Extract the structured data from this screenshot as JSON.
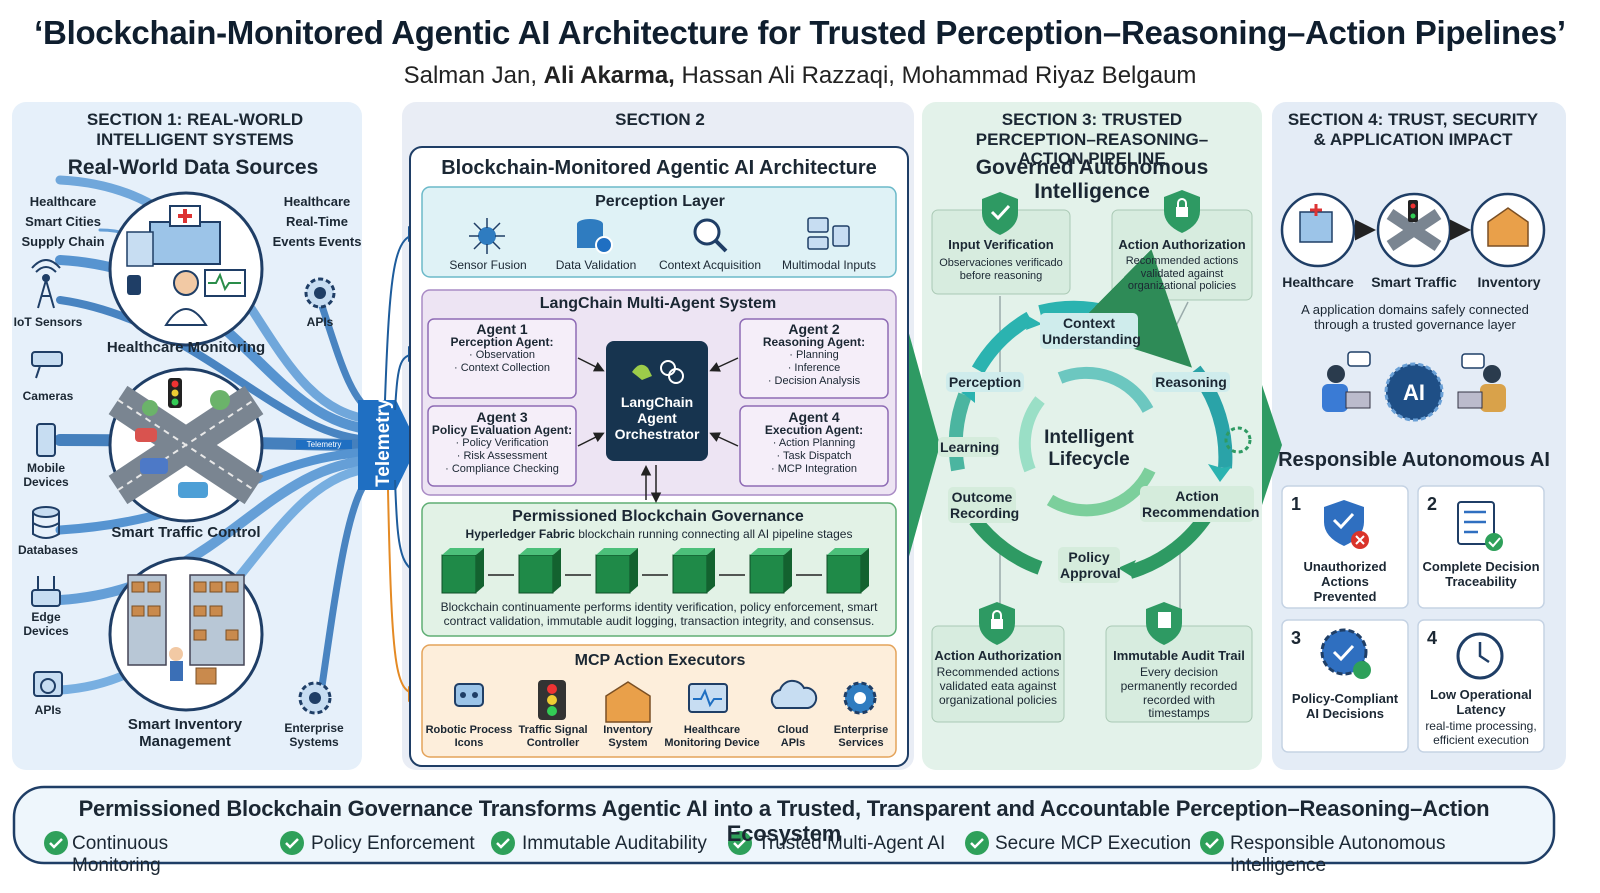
{
  "header": {
    "title": "‘Blockchain-Monitored Agentic AI Architecture for Trusted Perception–Reasoning–Action Pipelines’",
    "authors": [
      {
        "name": "Salman Jan,",
        "bold": false
      },
      {
        "name": "Ali Akarma,",
        "bold": true
      },
      {
        "name": "Hassan Ali Razzaqi, Mohammad Riyaz Belgaum",
        "bold": false
      }
    ]
  },
  "section1": {
    "heading": "SECTION 1: REAL-WORLD INTELLIGENT SYSTEMS",
    "title": "Real-World Data Sources",
    "left_labels": [
      "Healthcare",
      "Smart Cities",
      "Supply Chain"
    ],
    "right_labels": [
      "Healthcare",
      "Real-Time",
      "Events Events"
    ],
    "devices": [
      "IoT Sensors",
      "Cameras",
      "Mobile Devices",
      "Databases",
      "Edge Devices",
      "APIs"
    ],
    "apis": "APIs",
    "enterprise": "Enterprise Systems",
    "circles": [
      "Healthcare Monitoring",
      "Smart Traffic Control",
      "Smart Inventory Management"
    ],
    "telemetry_small": "Telemetry",
    "telemetry": "Telemetry"
  },
  "section2": {
    "heading": "SECTION 2",
    "title": "Blockchain-Monitored Agentic AI Architecture",
    "perception": {
      "title": "Perception Layer",
      "items": [
        "Sensor Fusion",
        "Data Validation",
        "Context Acquisition",
        "Multimodal Inputs"
      ]
    },
    "langchain": {
      "title": "LangChain Multi-Agent System",
      "agents": [
        {
          "n": "Agent 1",
          "role": "Perception Agent:",
          "items": [
            "· Observation",
            "· Context Collection"
          ]
        },
        {
          "n": "Agent 2",
          "role": "Reasoning Agent:",
          "items": [
            "· Planning",
            "· Inference",
            "· Decision Analysis"
          ]
        },
        {
          "n": "Agent 3",
          "role": "Policy Evaluation Agent:",
          "items": [
            "· Policy Verification",
            "· Risk Assessment",
            "· Compliance Checking"
          ]
        },
        {
          "n": "Agent 4",
          "role": "Execution Agent:",
          "items": [
            "· Action Planning",
            "· Task Dispatch",
            "· MCP Integration"
          ]
        }
      ],
      "orchestrator": "LangChain Agent Orchestrator"
    },
    "blockchain": {
      "title": "Permissioned Blockchain Governance",
      "sub_bold": "Hyperledger Fabric",
      "sub": " blockchain running connecting all AI pipeline stages",
      "desc": "Blockchain continuamente performs identity verification, policy enforcement, smart contract validation, immutable audit logging, transaction integrity, and consensus."
    },
    "mcp": {
      "title": "MCP Action Executors",
      "items": [
        "Robotic Process Icons",
        "Traffic Signal Controller",
        "Inventory System",
        "Healthcare Monitoring Device",
        "Cloud APIs",
        "Enterprise Services"
      ]
    }
  },
  "section3": {
    "heading": "SECTION 3: TRUSTED PERCEPTION–REASONING–ACTION PIPELINE",
    "title": "Governed Autonomous Intelligence",
    "input_verification": {
      "title": "Input Verification",
      "desc": "Observaciones verificado before reasoning"
    },
    "action_auth_top": {
      "title": "Action Authorization",
      "desc": "Recommended actions validated against organizational policies"
    },
    "cycle": [
      "Context Understanding",
      "Reasoning",
      "Action Recommendation",
      "Policy Approval",
      "Outcome Recording",
      "Learning",
      "Perception"
    ],
    "center": "Intelligent Lifecycle",
    "action_auth_bottom": {
      "title": "Action Authorization",
      "desc": "Recommended actions validated eata against organizational policies"
    },
    "audit": {
      "title": "Immutable Audit Trail",
      "desc": "Every decision permanently recorded recorded with timestamps"
    }
  },
  "section4": {
    "heading": "SECTION 4: TRUST, SECURITY & APPLICATION IMPACT",
    "domains": [
      "Healthcare",
      "Smart Traffic",
      "Inventory"
    ],
    "domain_desc": "A application domains safely connected through a trusted governance layer",
    "ai": "AI",
    "title": "Responsible Autonomous AI",
    "items": [
      {
        "n": "1",
        "t": "Unauthorized Actions Prevented",
        "d": ""
      },
      {
        "n": "2",
        "t": "Complete Decision Traceability",
        "d": ""
      },
      {
        "n": "3",
        "t": "Policy-Compliant AI Decisions",
        "d": ""
      },
      {
        "n": "4",
        "t": "Low Operational Latency",
        "d": "real-time processing, efficient execution"
      }
    ]
  },
  "footer": {
    "title": "Permissioned Blockchain Governance Transforms Agentic AI into a Trusted, Transparent and Accountable Perception–Reasoning–Action Ecosystem",
    "items": [
      "Continuous Monitoring",
      "Policy Enforcement",
      "Immutable Auditability",
      "Trusted Multi-Agent AI",
      "Secure MCP Execution",
      "Responsible Autonomous Intelligence"
    ]
  }
}
